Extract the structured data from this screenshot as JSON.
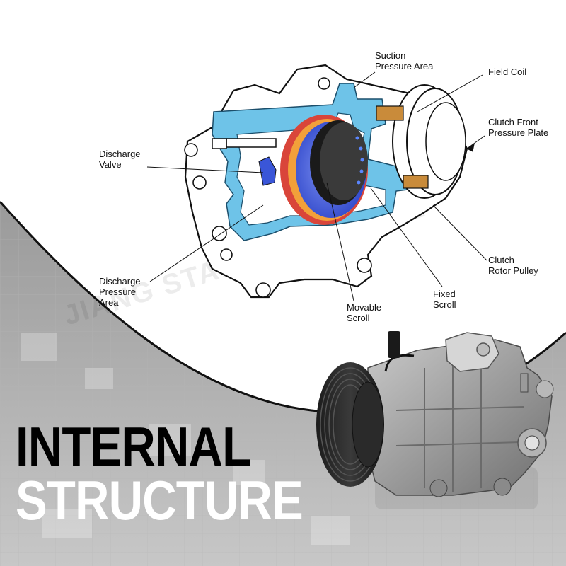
{
  "diagram": {
    "labels": {
      "suction": [
        "Suction",
        "Pressure Area"
      ],
      "field_coil": [
        "Field Coil"
      ],
      "clutch_front": [
        "Clutch Front",
        "Pressure Plate"
      ],
      "discharge_valve": [
        "Discharge",
        "Valve"
      ],
      "discharge_pressure": [
        "Discharge",
        "Pressure",
        "Area"
      ],
      "movable_scroll": [
        "Movable",
        "Scroll"
      ],
      "fixed_scroll": [
        "Fixed",
        "Scroll"
      ],
      "clutch_rotor": [
        "Clutch",
        "Rotor Pulley"
      ]
    },
    "watermark": "JIANG STABLE IN TRADE"
  },
  "headline": {
    "line1": "INTERNAL",
    "line2": "STRUCTURE"
  },
  "colors": {
    "cutaway": "#6ec3e8",
    "scroll_blue": "#3a56d8",
    "scroll_red": "#d9453a",
    "band_gray": "#8d8d8d"
  }
}
